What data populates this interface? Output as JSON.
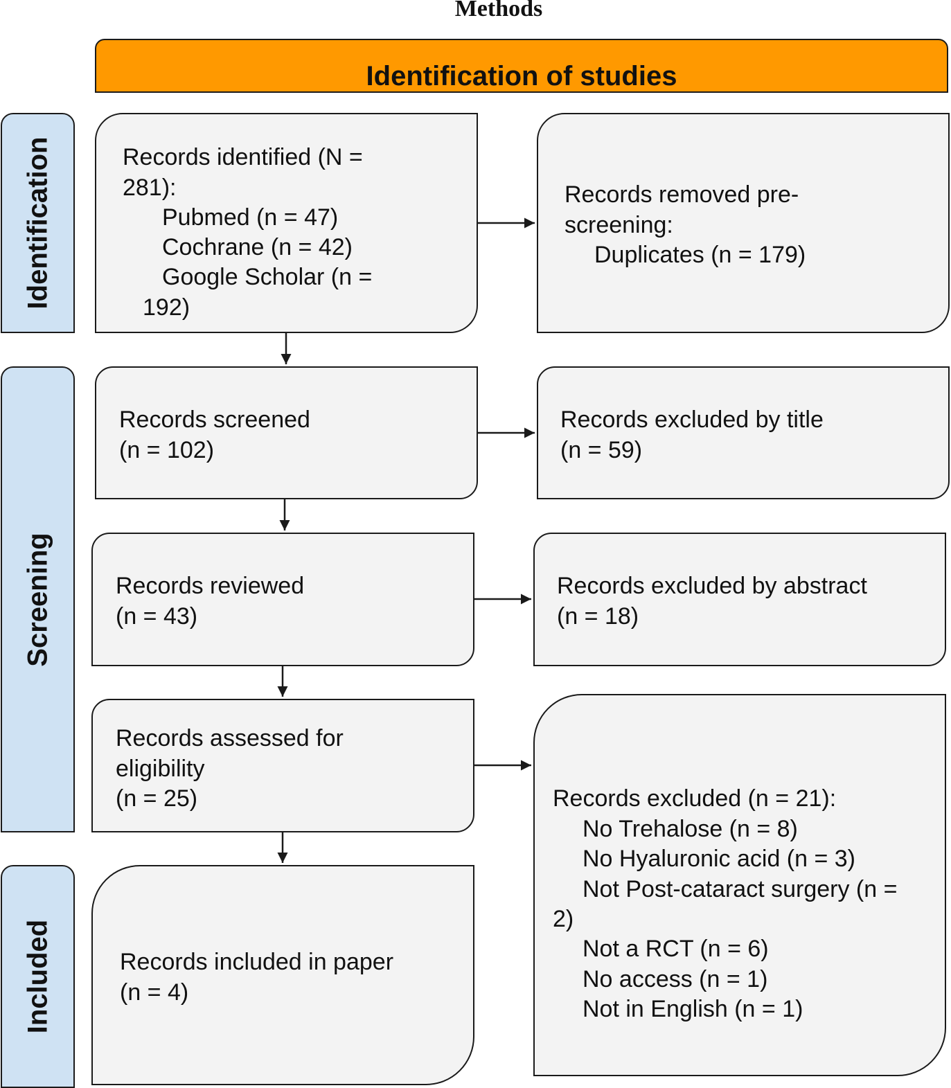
{
  "heading": "Methods",
  "banner": "Identification of studies",
  "phases": {
    "identification": "Identification",
    "screening": "Screening",
    "included": "Included"
  },
  "boxes": {
    "identified": {
      "line1": "Records identified (N =",
      "line2": "281):",
      "line3": "Pubmed (n = 47)",
      "line4": "Cochrane (n = 42)",
      "line5": "Google Scholar (n =",
      "line6": "192)"
    },
    "removed": {
      "line1": "Records removed pre-",
      "line2": "screening:",
      "line3": "Duplicates (n = 179)"
    },
    "screened": {
      "line1": "Records screened",
      "line2": "(n = 102)"
    },
    "excluded_title": {
      "line1": "Records excluded by title",
      "line2": "(n = 59)"
    },
    "reviewed": {
      "line1": "Records reviewed",
      "line2": "(n = 43)"
    },
    "excluded_abstract": {
      "line1": "Records excluded by abstract",
      "line2": "(n = 18)"
    },
    "assessed": {
      "line1": "Records assessed for",
      "line2": "eligibility",
      "line3": "(n = 25)"
    },
    "excluded": {
      "line1": "Records excluded (n = 21):",
      "line2": "No Trehalose (n = 8)",
      "line3": "No Hyaluronic acid (n = 3)",
      "line4": "Not Post-cataract surgery (n =",
      "line5": "2)",
      "line6": "Not a RCT (n = 6)",
      "line7": "No access (n = 1)",
      "line8": "Not in English (n = 1)"
    },
    "included": {
      "line1": "Records included in paper",
      "line2": "(n = 4)"
    }
  }
}
